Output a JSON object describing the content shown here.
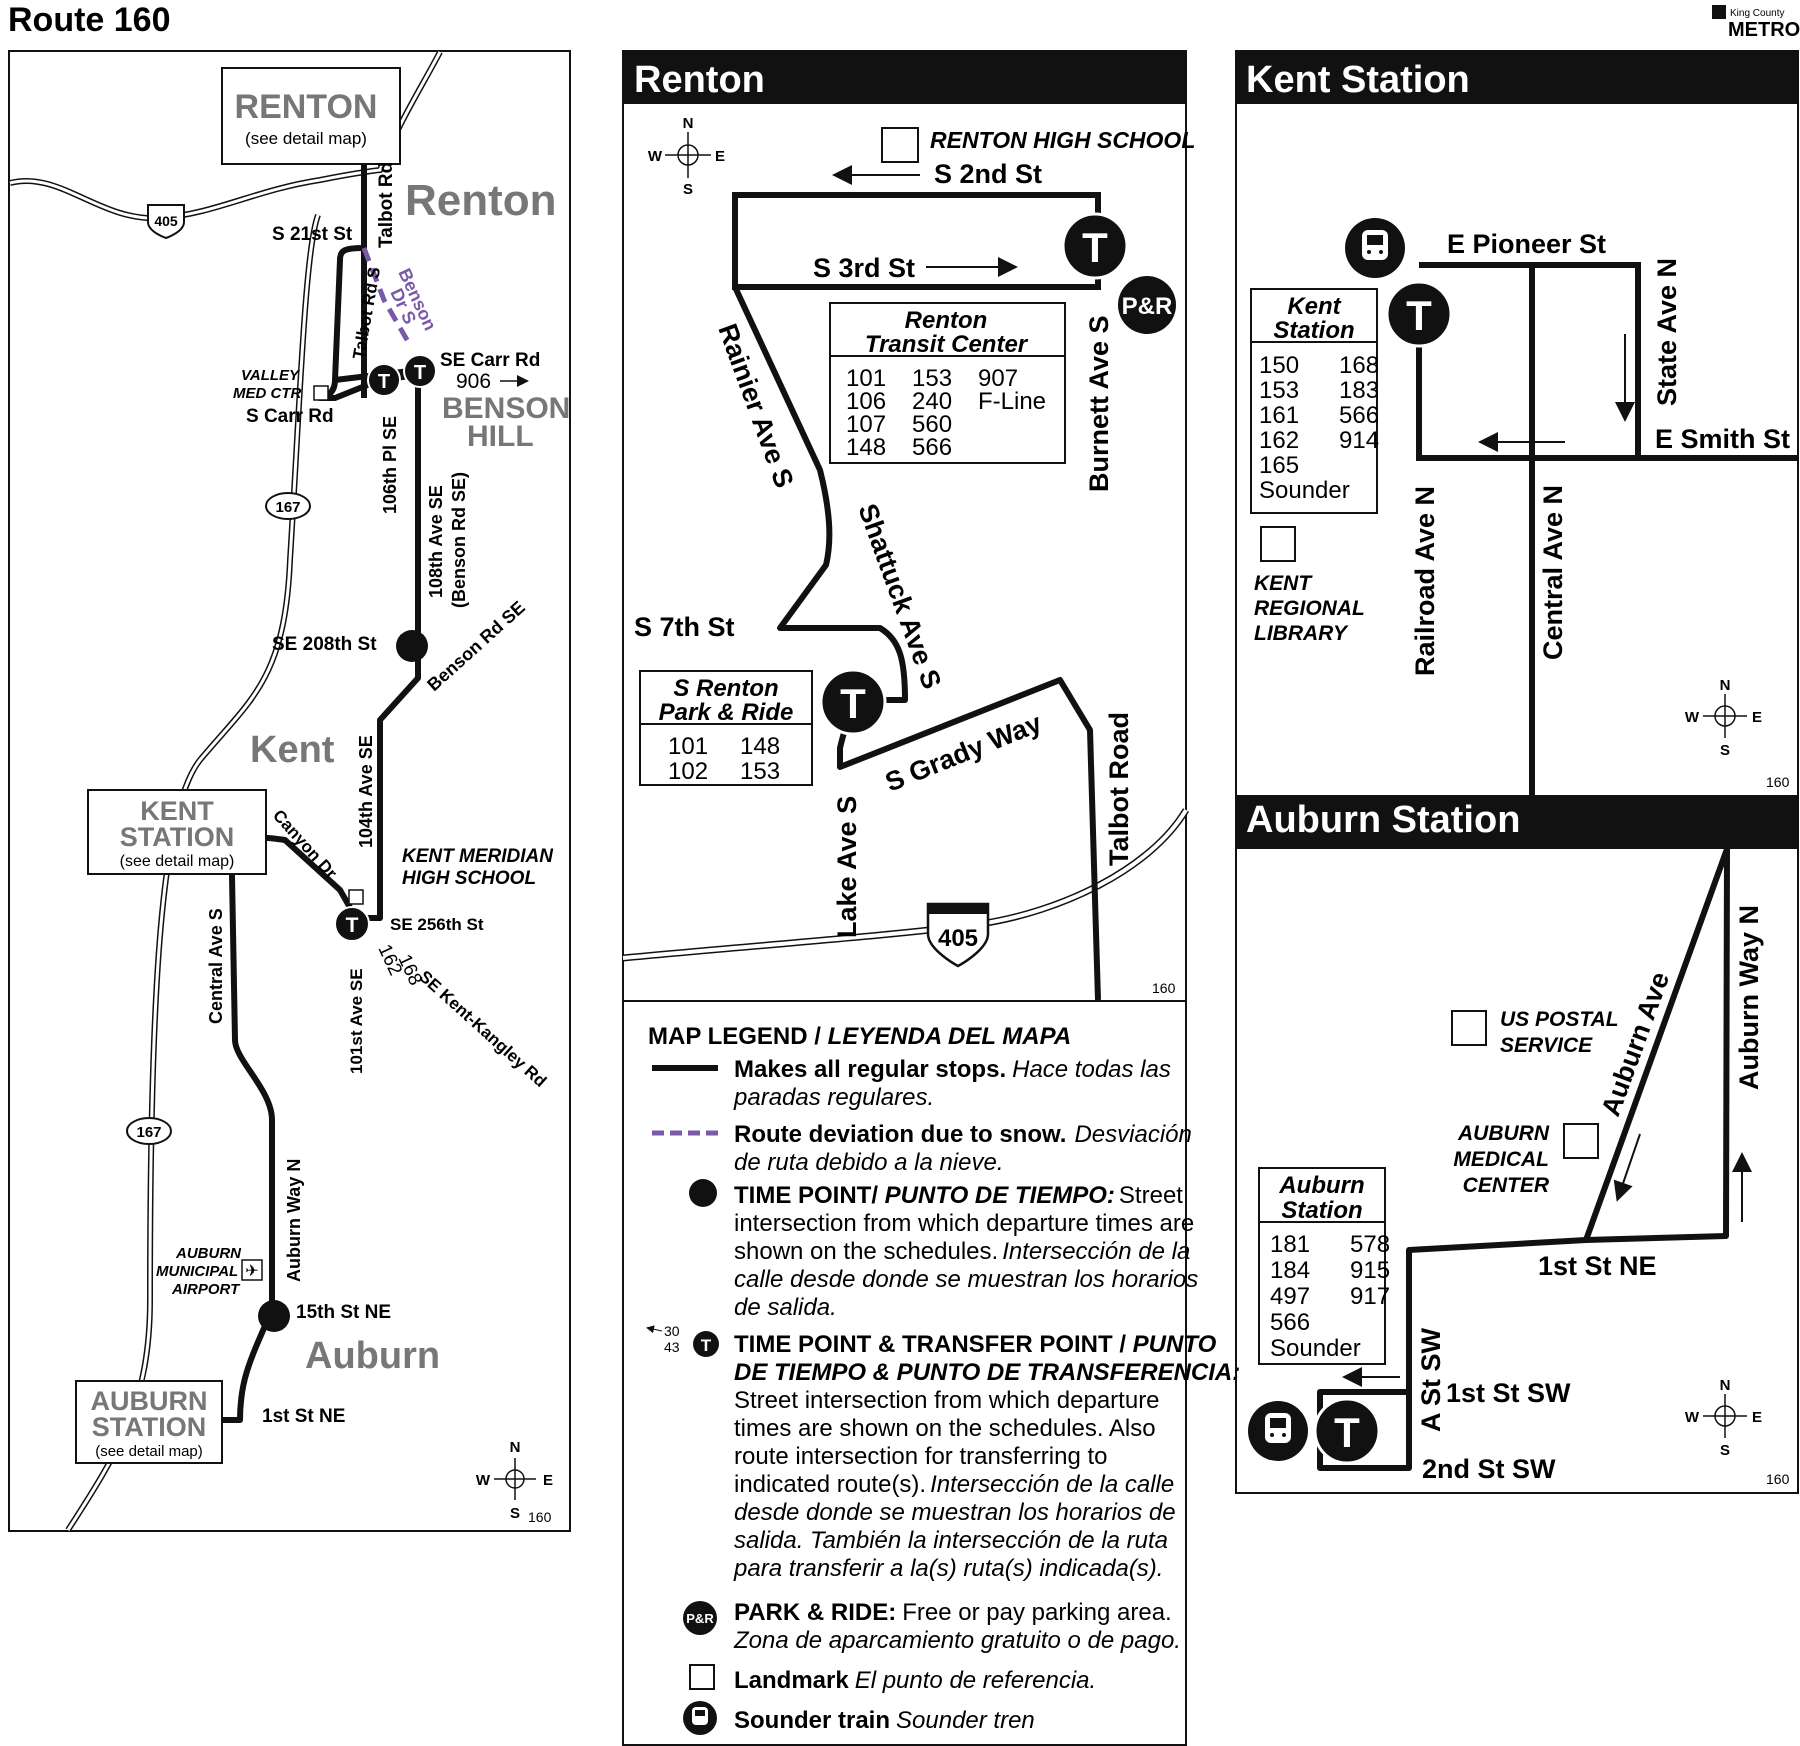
{
  "page": {
    "title": "Route 160",
    "brand_small": "King County",
    "brand_large": "METRO"
  },
  "overview": {
    "renton_box_title": "RENTON",
    "renton_box_sub": "(see detail map)",
    "city_renton": "Renton",
    "city_benson_1": "BENSON",
    "city_benson_2": "HILL",
    "city_kent": "Kent",
    "city_auburn": "Auburn",
    "kent_box_title_1": "KENT",
    "kent_box_title_2": "STATION",
    "kent_box_sub": "(see detail map)",
    "auburn_box_title_1": "AUBURN",
    "auburn_box_title_2": "STATION",
    "auburn_box_sub": "(see detail map)",
    "shield_405": "405",
    "shield_167a": "167",
    "shield_167b": "167",
    "streets": {
      "s21st": "S 21st St",
      "talbot_rd": "Talbot Rd",
      "talbot_rd_s": "Talbot Rd S",
      "benson_1": "Benson",
      "benson_2": "Dr S",
      "se_carr": "SE Carr Rd",
      "s_carr": "S Carr Rd",
      "pl106": "106th Pl SE",
      "ave108_1": "108th Ave SE",
      "ave108_2": "(Benson Rd SE)",
      "se208": "SE 208th St",
      "benson_rd_se": "Benson Rd SE",
      "ave104": "104th Ave SE",
      "canyon": "Canyon Dr",
      "se256": "SE 256th St",
      "ave101": "101st Ave SE",
      "kent_kangley": "SE Kent-Kangley Rd",
      "central": "Central Ave S",
      "auburn_way": "Auburn Way N",
      "st15": "15th St NE",
      "st1ne": "1st St NE"
    },
    "landmarks": {
      "valley_1": "VALLEY",
      "valley_2": "MED CTR",
      "kmhs_1": "KENT MERIDIAN",
      "kmhs_2": "HIGH SCHOOL",
      "airport_1": "AUBURN",
      "airport_2": "MUNICIPAL",
      "airport_3": "AIRPORT"
    },
    "route_906": "906",
    "route_162": "162",
    "route_168": "168",
    "compass": {
      "n": "N",
      "s": "S",
      "e": "E",
      "w": "W"
    },
    "map_no": "160"
  },
  "renton": {
    "header": "Renton",
    "compass": {
      "n": "N",
      "s": "S",
      "e": "E",
      "w": "W"
    },
    "rhs": "RENTON HIGH SCHOOL",
    "s2nd": "S 2nd St",
    "s3rd": "S 3rd St",
    "pr": "P&R",
    "rtc_title_1": "Renton",
    "rtc_title_2": "Transit Center",
    "rtc_routes": [
      [
        "101",
        "153",
        "907"
      ],
      [
        "106",
        "240",
        "F-Line"
      ],
      [
        "107",
        "560",
        ""
      ],
      [
        "148",
        "566",
        ""
      ]
    ],
    "rainier": "Rainier Ave S",
    "burnett": "Burnett Ave S",
    "shattuck": "Shattuck Ave S",
    "s7th": "S 7th St",
    "srpr_title_1": "S Renton",
    "srpr_title_2": "Park & Ride",
    "srpr_routes": [
      [
        "101",
        "148"
      ],
      [
        "102",
        "153"
      ]
    ],
    "grady": "S Grady Way",
    "lake": "Lake Ave S",
    "talbot": "Talbot Road",
    "shield_405": "405",
    "map_no": "160"
  },
  "legend": {
    "title_en": "MAP LEGEND / ",
    "title_es": "LEYENDA DEL MAPA",
    "items": [
      {
        "bold": "Makes all regular stops.",
        "es": "Hace todas las",
        "es2": "paradas regulares."
      },
      {
        "bold": "Route deviation due to snow.",
        "es": "Desviación",
        "es2": "de ruta debido a la nieve."
      },
      {
        "bold": "TIME POINT/ ",
        "bold_es": "PUNTO DE TIEMPO:",
        "l1": "Street",
        "l2": "intersection from which departure times are",
        "l3": "shown on the schedules.",
        "l3es": "Intersección de la",
        "l4": "calle desde donde se muestran los horarios",
        "l5": "de salida."
      },
      {
        "bold": "TIME POINT & TRANSFER POINT / ",
        "bold_es": "PUNTO",
        "bold_es2": "DE TIEMPO & PUNTO DE TRANSFERENCIA:",
        "l1": "Street intersection from which departure",
        "l2": "times are shown on the schedules. Also",
        "l3": "route intersection for transferring to",
        "l4": "indicated route(s).",
        "l4es": "Intersección de la calle",
        "l5": "desde donde se muestran los horarios de",
        "l6": "salida. También la intersección de la ruta",
        "l7": "para transferir a la(s) ruta(s) indicada(s)."
      },
      {
        "bold": "PARK & RIDE:",
        "en": "Free or pay parking area.",
        "es": "Zona de aparcamiento gratuito o de pago."
      },
      {
        "bold": "Landmark",
        "es": "El punto de referencia."
      },
      {
        "bold": "Sounder train",
        "es": "Sounder tren"
      }
    ],
    "sample_30": "30",
    "sample_43": "43",
    "pr": "P&R"
  },
  "kent": {
    "header": "Kent Station",
    "pioneer": "E Pioneer St",
    "state": "State Ave N",
    "smith": "E Smith St",
    "railroad": "Railroad Ave N",
    "central": "Central Ave N",
    "box_title_1": "Kent",
    "box_title_2": "Station",
    "routes": [
      [
        "150",
        "168"
      ],
      [
        "153",
        "183"
      ],
      [
        "161",
        "566"
      ],
      [
        "162",
        "914"
      ],
      [
        "165",
        ""
      ],
      [
        "Sounder",
        ""
      ]
    ],
    "library_1": "KENT",
    "library_2": "REGIONAL",
    "library_3": "LIBRARY",
    "compass": {
      "n": "N",
      "s": "S",
      "e": "E",
      "w": "W"
    },
    "map_no": "160"
  },
  "auburn": {
    "header": "Auburn Station",
    "usps_1": "US POSTAL",
    "usps_2": "SERVICE",
    "amc_1": "AUBURN",
    "amc_2": "MEDICAL",
    "amc_3": "CENTER",
    "auburn_ave": "Auburn Ave",
    "auburn_way": "Auburn Way N",
    "st1ne": "1st St NE",
    "st1sw": "1st St SW",
    "st2sw": "2nd St SW",
    "ast": "A St SW",
    "box_title_1": "Auburn",
    "box_title_2": "Station",
    "routes": [
      [
        "181",
        "578"
      ],
      [
        "184",
        "915"
      ],
      [
        "497",
        "917"
      ],
      [
        "566",
        ""
      ],
      [
        "Sounder",
        ""
      ]
    ],
    "compass": {
      "n": "N",
      "s": "S",
      "e": "E",
      "w": "W"
    },
    "map_no": "160"
  },
  "colors": {
    "route": "#111111",
    "snow": "#7a5aa8",
    "gray_label": "#777777",
    "ink": "#111111"
  }
}
